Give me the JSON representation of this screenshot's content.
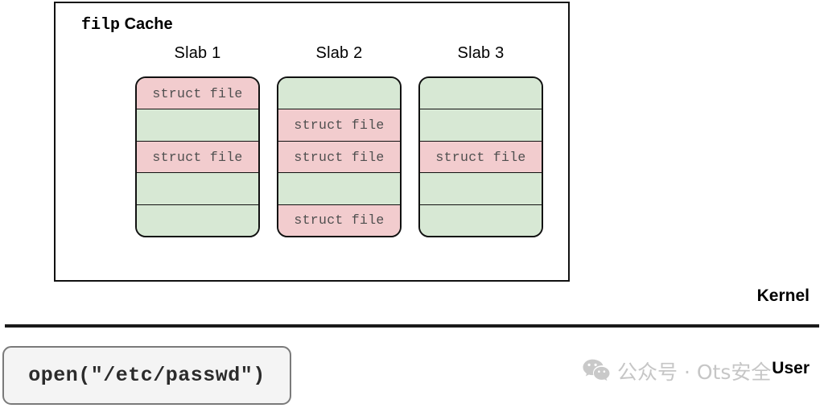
{
  "diagram": {
    "kernel_box": {
      "title_mono": "filp",
      "title_sans": "Cache"
    },
    "slabs": [
      {
        "label": "Slab 1",
        "cells": [
          {
            "state": "filled",
            "text": "struct file"
          },
          {
            "state": "empty",
            "text": ""
          },
          {
            "state": "filled",
            "text": "struct file"
          },
          {
            "state": "empty",
            "text": ""
          },
          {
            "state": "empty",
            "text": ""
          }
        ]
      },
      {
        "label": "Slab 2",
        "cells": [
          {
            "state": "empty",
            "text": ""
          },
          {
            "state": "filled",
            "text": "struct file"
          },
          {
            "state": "filled",
            "text": "struct file"
          },
          {
            "state": "empty",
            "text": ""
          },
          {
            "state": "filled",
            "text": "struct file"
          }
        ]
      },
      {
        "label": "Slab 3",
        "cells": [
          {
            "state": "empty",
            "text": ""
          },
          {
            "state": "empty",
            "text": ""
          },
          {
            "state": "filled",
            "text": "struct file"
          },
          {
            "state": "empty",
            "text": ""
          },
          {
            "state": "empty",
            "text": ""
          }
        ]
      }
    ],
    "kernel_label": "Kernel",
    "user_label": "User",
    "syscall": {
      "text": "open(\"/etc/passwd\")"
    }
  },
  "watermark": {
    "icon": "wechat-icon",
    "text": "公众号 · Ots安全"
  },
  "colors": {
    "filled_fill": "#f2ccce",
    "empty_fill": "#d7e8d4",
    "outline": "#111111",
    "cell_text": "#4f4f4f",
    "syscall_fill": "#f4f4f4",
    "syscall_border": "#7a7a7a",
    "watermark_text": "#c6c6c6"
  }
}
